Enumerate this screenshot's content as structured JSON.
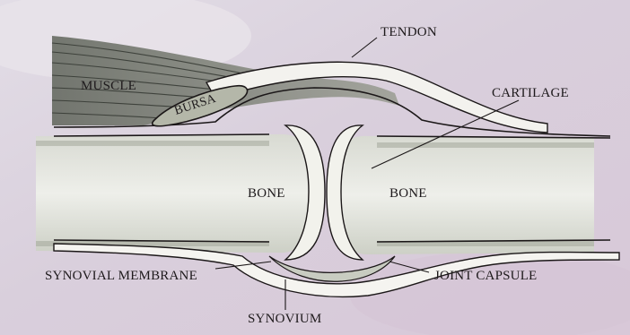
{
  "diagram": {
    "labels": {
      "tendon": "TENDON",
      "muscle": "MUSCLE",
      "bursa": "BURSA",
      "cartilage": "CARTILAGE",
      "bone_left": "BONE",
      "bone_right": "BONE",
      "synovial_membrane": "SYNOVIAL MEMBRANE",
      "joint_capsule": "JOINT CAPSULE",
      "synovium": "SYNOVIUM"
    },
    "colors": {
      "background_wash": "#ddd3df",
      "bone": "#ebebe4",
      "bone_shadow": "#b3b6ab",
      "outline": "#1b1718",
      "muscle": "#6c7066",
      "membrane": "#ffffff"
    }
  }
}
